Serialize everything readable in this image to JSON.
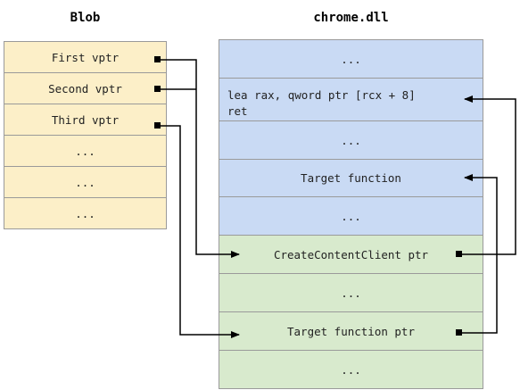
{
  "blob": {
    "title": "Blob",
    "cells": [
      "First vptr",
      "Second vptr",
      "Third vptr",
      "...",
      "...",
      "..."
    ]
  },
  "dll": {
    "title": "chrome.dll",
    "cells": [
      {
        "text": "...",
        "region": "code"
      },
      {
        "text": "lea rax, qword ptr [rcx + 8]\nret",
        "region": "code"
      },
      {
        "text": "...",
        "region": "code"
      },
      {
        "text": "Target function",
        "region": "code"
      },
      {
        "text": "...",
        "region": "code"
      },
      {
        "text": "CreateContentClient ptr",
        "region": "data"
      },
      {
        "text": "...",
        "region": "data"
      },
      {
        "text": "Target function ptr",
        "region": "data"
      },
      {
        "text": "...",
        "region": "data"
      }
    ]
  },
  "colors": {
    "blob_fill": "#fcefc8",
    "code_fill": "#c9daf4",
    "data_fill": "#d8eacd",
    "arrow": "#000000"
  }
}
